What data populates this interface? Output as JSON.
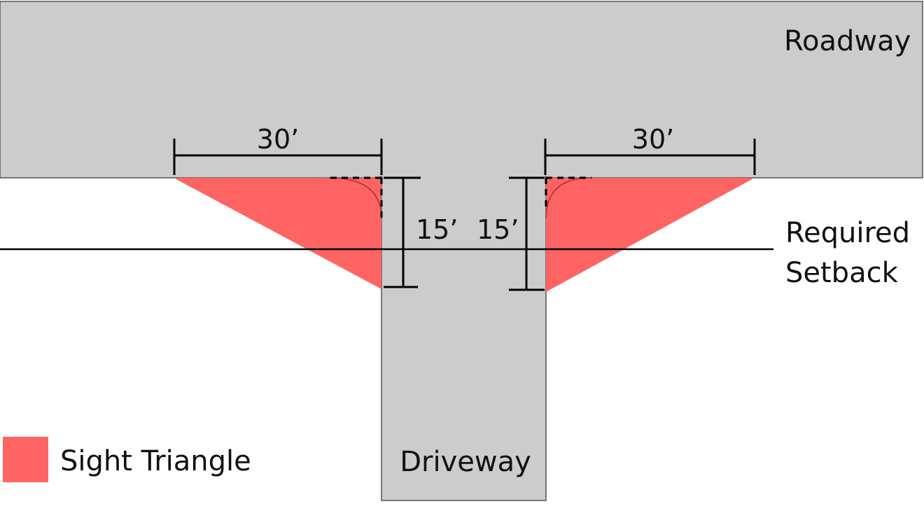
{
  "labels": {
    "roadway": "Roadway",
    "driveway": "Driveway",
    "setback_line1": "Required",
    "setback_line2": "Setback"
  },
  "dimensions": {
    "left_width": "30’",
    "right_width": "30’",
    "left_depth": "15’",
    "right_depth": "15’"
  },
  "legend": {
    "label": "Sight Triangle",
    "color": "#ff6464"
  },
  "colors": {
    "pavement": "#cccccc",
    "sight_triangle": "#ff6464",
    "lines": "#000000"
  }
}
